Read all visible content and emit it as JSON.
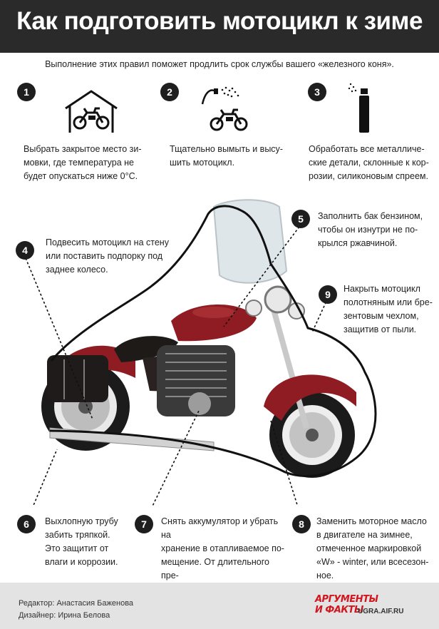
{
  "title": "Как подготовить мотоцикл к зиме",
  "subtitle": "Выполнение этих правил поможет продлить срок службы вашего «железного коня».",
  "tips": [
    {
      "num": "1",
      "text": "Выбрать закрытое место зи-\nмовки, где температура не\nбудет опускаться ниже 0°C.",
      "icon": "garage-motorcycle-icon"
    },
    {
      "num": "2",
      "text": "Тщательно вымыть и высу-\nшить мотоцикл.",
      "icon": "washing-motorcycle-icon"
    },
    {
      "num": "3",
      "text": "Обработать все металличе-\nские детали, склонные к кор-\nрозии, силиконовым спреем.",
      "icon": "spray-can-icon"
    },
    {
      "num": "4",
      "text": "Подвесить мотоцикл на стену\nили поставить подпорку под\nзаднее колесо."
    },
    {
      "num": "5",
      "text": "Заполнить бак бензином,\nчтобы он изнутри не по-\nкрылся ржавчиной."
    },
    {
      "num": "9",
      "text": "Накрыть мотоцикл\nполотняным или бре-\nзентовым чехлом,\nзащитив от пыли."
    },
    {
      "num": "6",
      "text": "Выхлопную трубу\nзабить тряпкой.\nЭто защитит от\nвлаги и коррозии."
    },
    {
      "num": "7",
      "text": "Снять аккумулятор и убрать на\nхранение в отапливаемое по-\nмещение. От длительного пре-\nбывания на холоде он может\nвыйти из строя."
    },
    {
      "num": "8",
      "text": "Заменить моторное масло\nв двигателе на зимнее,\nотмеченное маркировкой\n«W» - winter, или всесезон-\nное."
    }
  ],
  "footer": {
    "editor": "Редактор: Анастасия Баженова",
    "designer": "Дизайнер: Ирина Белова",
    "logo_line1": "АРГУМЕНТЫ",
    "logo_line2": "И ФАКТЫ",
    "site": "UGRA.AIF.RU"
  },
  "colors": {
    "header_bg": "#2a2a2a",
    "bike_red": "#8e1c22",
    "footer_bg": "#e3e3e3",
    "logo_red": "#d0161e"
  }
}
